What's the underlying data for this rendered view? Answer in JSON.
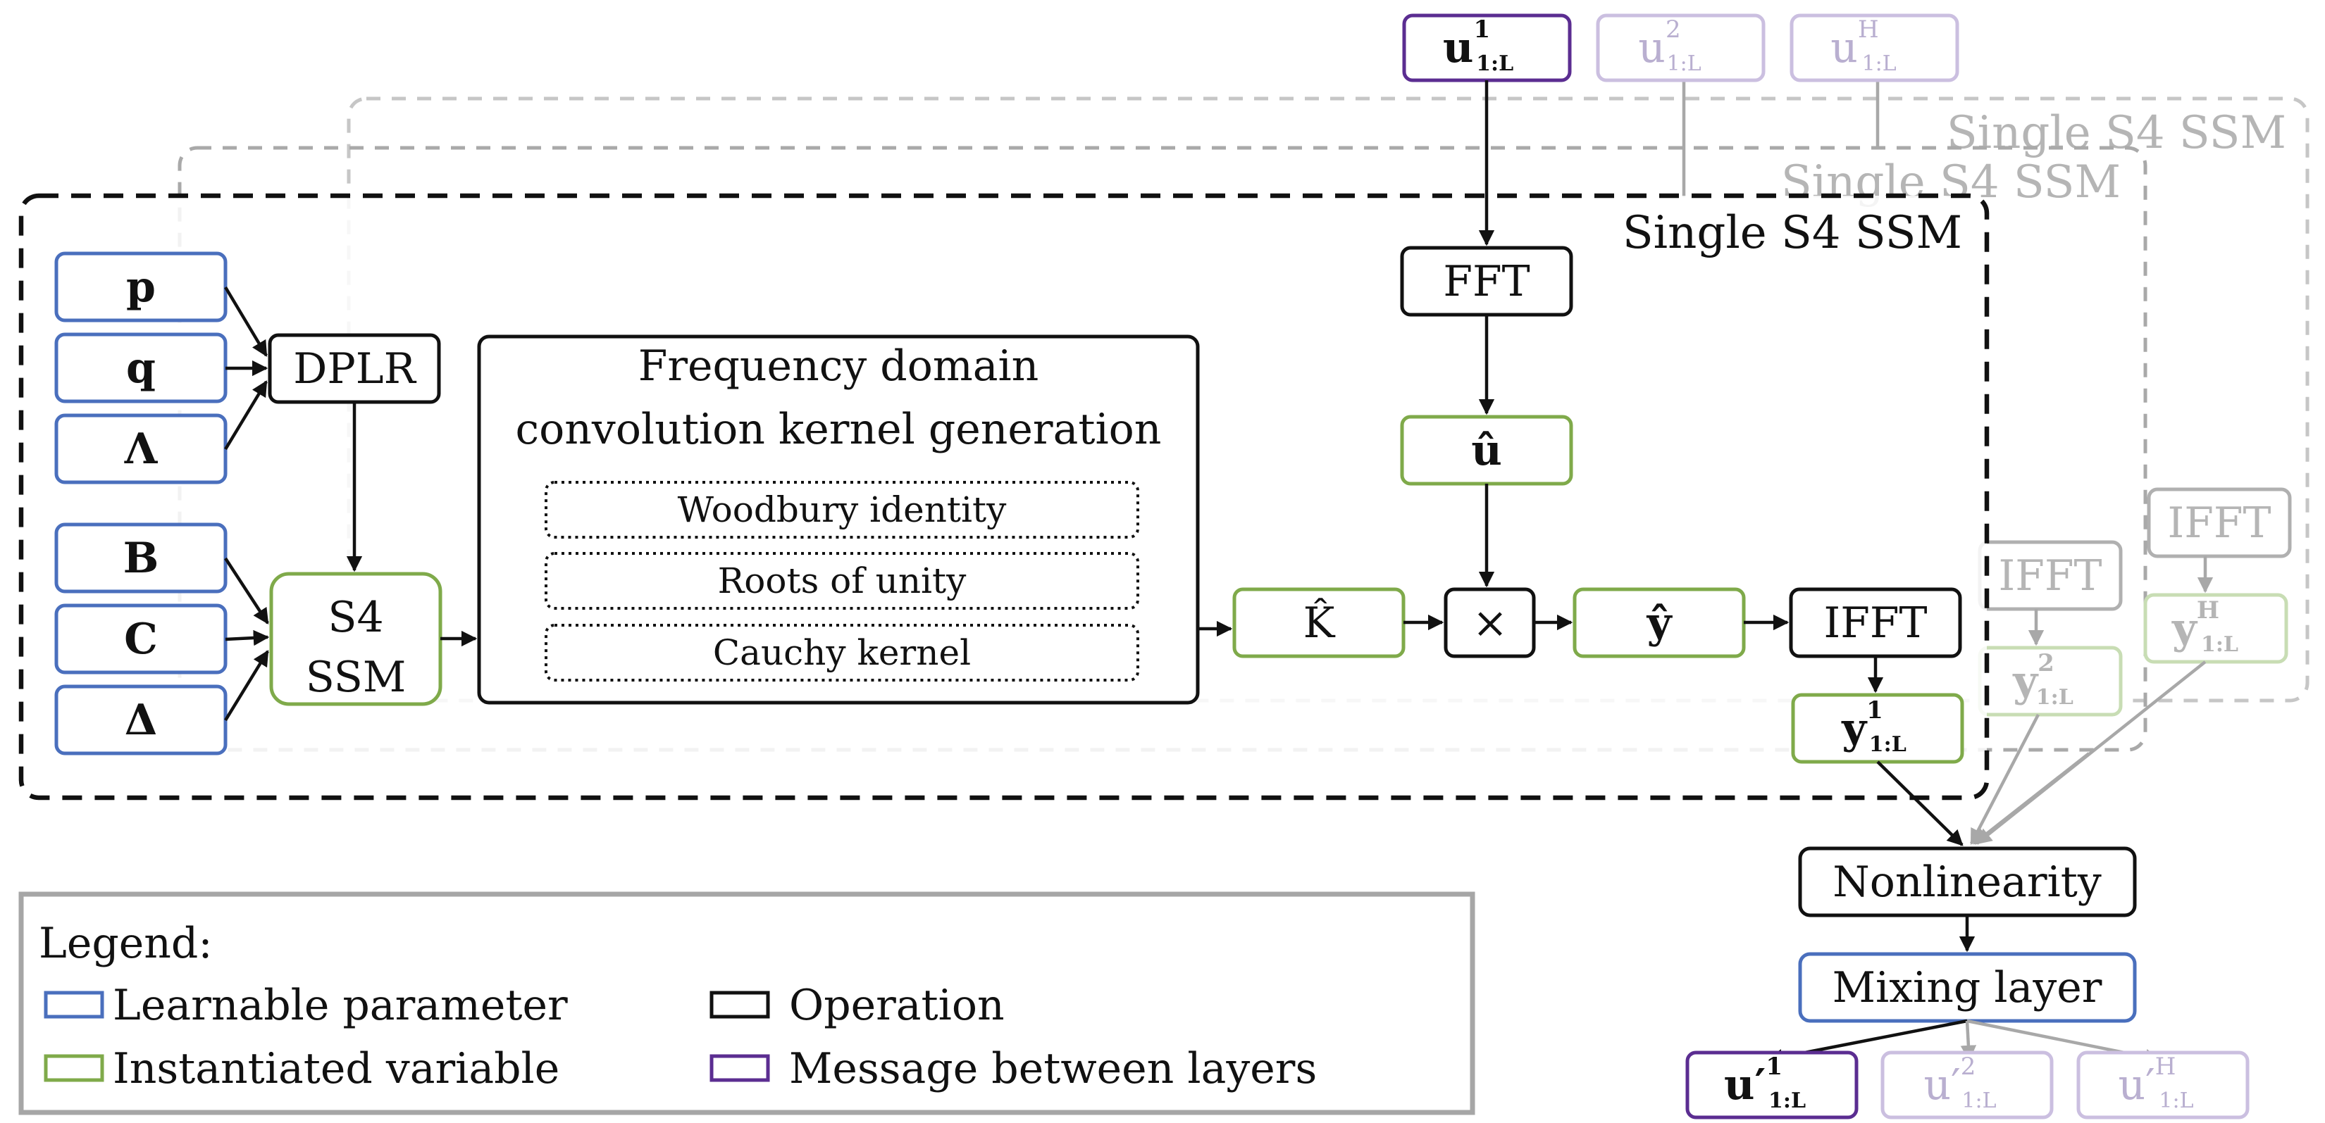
{
  "frames": {
    "front_title": "Single S4 SSM",
    "mid_title": "Single S4 SSM",
    "back_title": "Single S4 SSM"
  },
  "params": {
    "p": "p",
    "q": "q",
    "lambda": "Λ",
    "b": "B",
    "c": "C",
    "delta": "Δ"
  },
  "ops": {
    "dplr": "DPLR",
    "s4_line1": "S4",
    "s4_line2": "SSM",
    "kernel_line1": "Frequency domain",
    "kernel_line2": "convolution kernel generation",
    "woodbury": "Woodbury identity",
    "roots": "Roots of unity",
    "cauchy": "Cauchy kernel",
    "k_hat": "K̂",
    "multiply": "×",
    "y_hat": "ŷ",
    "ifft": "IFFT",
    "fft": "FFT",
    "u_hat": "û",
    "nonlinearity": "Nonlinearity",
    "mixing": "Mixing layer"
  },
  "messages": {
    "u1_base": "u",
    "u1_sup": "1",
    "u1_sub": "1:L",
    "u2_base": "u",
    "u2_sup": "2",
    "u2_sub": "1:L",
    "uH_base": "u",
    "uH_sup": "H",
    "uH_sub": "1:L",
    "y1_base": "y",
    "y1_sup": "1",
    "y1_sub": "1:L",
    "y2_base": "y",
    "y2_sup": "2",
    "y2_sub": "1:L",
    "yH_base": "y",
    "yH_sup": "H",
    "yH_sub": "1:L",
    "uo1_base": "u′",
    "uo1_sup": "1",
    "uo1_sub": "1:L",
    "uo2_base": "u′",
    "uo2_sup": "2",
    "uo2_sub": "1:L",
    "uoH_base": "u′",
    "uoH_sup": "H",
    "uoH_sub": "1:L",
    "ifft_faint": "IFFT"
  },
  "legend": {
    "title": "Legend:",
    "learnable": "Learnable parameter",
    "instantiated": "Instantiated variable",
    "operation": "Operation",
    "message": "Message between layers"
  },
  "colors": {
    "learnable": "#4a6fbd",
    "instantiated": "#7faa4a",
    "operation": "#111111",
    "message": "#5b2d91"
  }
}
